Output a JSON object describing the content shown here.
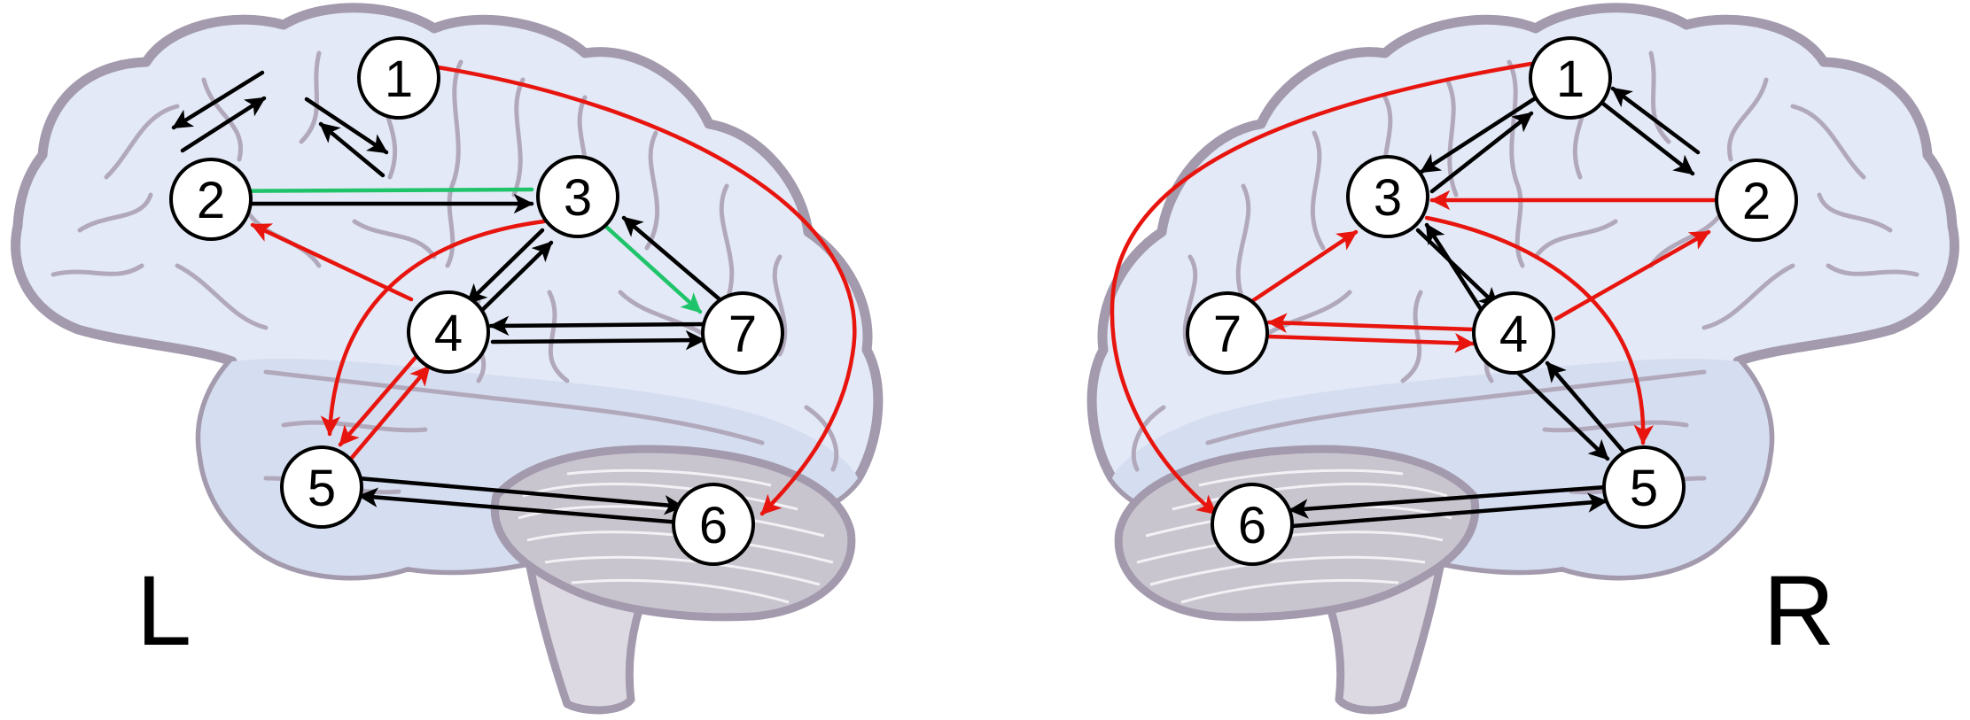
{
  "colors": {
    "brain_fill": "#e3e9f6",
    "brain_inner": "#f1f4fb",
    "brain_outline": "#a39aad",
    "sulci": "#b1a9bb",
    "cerebellum": "#c9c5cf",
    "edge_black": "#000000",
    "edge_red": "#e8150f",
    "edge_green": "#1fc46a",
    "node_fill": "#ffffff"
  },
  "icons": [
    "brain-left-hemisphere",
    "brain-right-hemisphere",
    "cerebellum"
  ],
  "panels": [
    {
      "id": "left",
      "side_label": "L",
      "nodes": [
        "1",
        "2",
        "3",
        "4",
        "5",
        "6",
        "7"
      ],
      "edges": [
        {
          "from": "1",
          "to": "2",
          "color": "black"
        },
        {
          "from": "2",
          "to": "1",
          "color": "black"
        },
        {
          "from": "1",
          "to": "3",
          "color": "black"
        },
        {
          "from": "3",
          "to": "1",
          "color": "black"
        },
        {
          "from": "3",
          "to": "2",
          "color": "green"
        },
        {
          "from": "2",
          "to": "3",
          "color": "black"
        },
        {
          "from": "4",
          "to": "2",
          "color": "red"
        },
        {
          "from": "3",
          "to": "4",
          "color": "black"
        },
        {
          "from": "4",
          "to": "3",
          "color": "black"
        },
        {
          "from": "3",
          "to": "7",
          "color": "green"
        },
        {
          "from": "7",
          "to": "3",
          "color": "black"
        },
        {
          "from": "7",
          "to": "4",
          "color": "black"
        },
        {
          "from": "4",
          "to": "7",
          "color": "black"
        },
        {
          "from": "4",
          "to": "5",
          "color": "red"
        },
        {
          "from": "5",
          "to": "4",
          "color": "red"
        },
        {
          "from": "3",
          "to": "5",
          "color": "red",
          "curved": true
        },
        {
          "from": "1",
          "to": "6",
          "color": "red",
          "curved": true
        },
        {
          "from": "5",
          "to": "6",
          "color": "black"
        },
        {
          "from": "6",
          "to": "5",
          "color": "black"
        }
      ]
    },
    {
      "id": "right",
      "side_label": "R",
      "nodes": [
        "1",
        "2",
        "3",
        "4",
        "5",
        "6",
        "7"
      ],
      "edges": [
        {
          "from": "1",
          "to": "2",
          "color": "black"
        },
        {
          "from": "2",
          "to": "1",
          "color": "black"
        },
        {
          "from": "1",
          "to": "3",
          "color": "black"
        },
        {
          "from": "3",
          "to": "1",
          "color": "black"
        },
        {
          "from": "2",
          "to": "3",
          "color": "red"
        },
        {
          "from": "3",
          "to": "4",
          "color": "black"
        },
        {
          "from": "4",
          "to": "3",
          "color": "black"
        },
        {
          "from": "7",
          "to": "3",
          "color": "red"
        },
        {
          "from": "4",
          "to": "2",
          "color": "red"
        },
        {
          "from": "4",
          "to": "7",
          "color": "red"
        },
        {
          "from": "7",
          "to": "4",
          "color": "red"
        },
        {
          "from": "4",
          "to": "5",
          "color": "black"
        },
        {
          "from": "5",
          "to": "4",
          "color": "black"
        },
        {
          "from": "3",
          "to": "5",
          "color": "red",
          "curved": true
        },
        {
          "from": "1",
          "to": "6",
          "color": "red",
          "curved": true
        },
        {
          "from": "6",
          "to": "5",
          "color": "black"
        },
        {
          "from": "5",
          "to": "6",
          "color": "black"
        }
      ]
    }
  ]
}
